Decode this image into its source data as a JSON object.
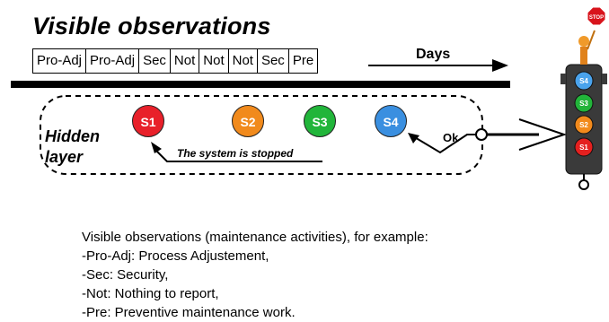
{
  "title": "Visible observations",
  "observations": [
    "Pro-Adj",
    "Pro-Adj",
    "Sec",
    "Not",
    "Not",
    "Not",
    "Sec",
    "Pre"
  ],
  "axis_label": "Days",
  "hidden_label_line1": "Hidden",
  "hidden_label_line2": "layer",
  "states": [
    {
      "label": "S1",
      "color": "#e8202a"
    },
    {
      "label": "S2",
      "color": "#f18a1c"
    },
    {
      "label": "S3",
      "color": "#21b53a"
    },
    {
      "label": "S4",
      "color": "#3a8fe0"
    }
  ],
  "stopped_label": "The system is stopped",
  "ok_label": "Ok",
  "traffic_light": {
    "lights": [
      {
        "label": "S4",
        "color": "#4aa3ec"
      },
      {
        "label": "S3",
        "color": "#22b43a"
      },
      {
        "label": "S2",
        "color": "#f28a1c"
      },
      {
        "label": "S1",
        "color": "#e4201f"
      }
    ],
    "sign_text": "STOP"
  },
  "legend": {
    "intro": "Visible observations (maintenance activities), for example:",
    "items": [
      "-Pro-Adj:  Process Adjustement,",
      "-Sec: Security,",
      "-Not: Nothing to report,",
      "-Pre: Preventive maintenance work."
    ]
  }
}
